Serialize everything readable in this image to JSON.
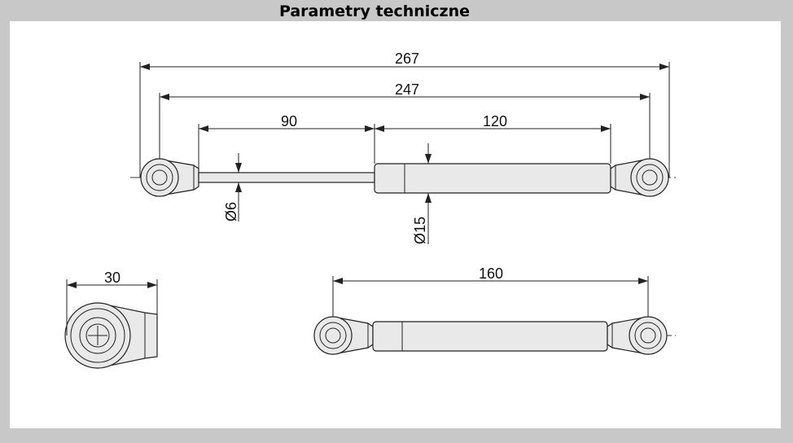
{
  "header": {
    "title": "Parametry techniczne"
  },
  "dimensions": {
    "overall_length": "267",
    "center_to_center": "247",
    "stroke": "90",
    "cylinder_length": "120",
    "rod_diameter": "Ø6",
    "cylinder_diameter": "Ø15",
    "end_fitting_width": "30",
    "compressed_length": "160"
  },
  "colors": {
    "background": "#c8c8c8",
    "panel": "#ffffff",
    "part_fill": "#e9e9e9",
    "line": "#222222"
  }
}
